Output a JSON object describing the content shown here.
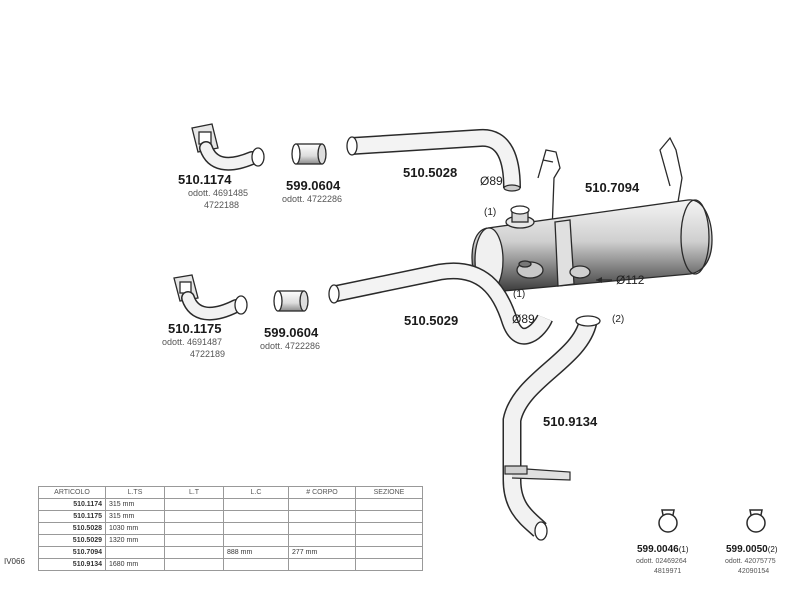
{
  "parts": {
    "p1": {
      "number": "510.1174",
      "oe1": "odott. 4691485",
      "oe2": "4722188"
    },
    "p2": {
      "number": "599.0604",
      "oe1": "odott. 4722286"
    },
    "p3": {
      "number": "510.5028"
    },
    "p4": {
      "number": "510.7094"
    },
    "p5": {
      "number": "510.1175",
      "oe1": "odott. 4691487",
      "oe2": "4722189"
    },
    "p6": {
      "number": "599.0604",
      "oe1": "odott. 4722286"
    },
    "p7": {
      "number": "510.5029"
    },
    "p8": {
      "number": "510.9134"
    },
    "clamp1": {
      "number": "599.0046",
      "suffix": "(1)",
      "oe1": "odott. 02469264",
      "oe2": "4819971"
    },
    "clamp2": {
      "number": "599.0050",
      "suffix": "(2)",
      "oe1": "odott. 42075775",
      "oe2": "42090154"
    }
  },
  "callouts": {
    "d89_top": "Ø89",
    "d89_bottom": "Ø89",
    "d112": "Ø112",
    "ref1_top": "(1)",
    "ref1_bottom": "(1)",
    "ref2": "(2)"
  },
  "table": {
    "headers": [
      "ARTICOLO",
      "L.TS",
      "L.T",
      "L.C",
      "# CORPO",
      "SEZIONE"
    ],
    "rows": [
      [
        "510.1174",
        "315  mm",
        "",
        "",
        "",
        ""
      ],
      [
        "510.1175",
        "315  mm",
        "",
        "",
        "",
        ""
      ],
      [
        "510.5028",
        "1030 mm",
        "",
        "",
        "",
        ""
      ],
      [
        "510.5029",
        "1320 mm",
        "",
        "",
        "",
        ""
      ],
      [
        "510.7094",
        "",
        "",
        "888  mm",
        "277  mm",
        ""
      ],
      [
        "510.9134",
        "1680 mm",
        "",
        "",
        "",
        ""
      ]
    ]
  },
  "code": "IV066",
  "colors": {
    "line": "#2a2a2a",
    "shade": "#9a9a9a",
    "dark": "#555555"
  }
}
